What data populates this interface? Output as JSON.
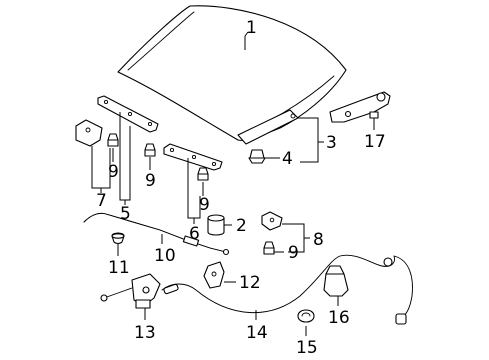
{
  "labels": {
    "p1": "1",
    "p2": "2",
    "p3": "3",
    "p4": "4",
    "p5": "5",
    "p6": "6",
    "p7": "7",
    "p8": "8",
    "p9a": "9",
    "p9b": "9",
    "p9c": "9",
    "p9d": "9",
    "p10": "10",
    "p11": "11",
    "p12": "12",
    "p13": "13",
    "p14": "14",
    "p15": "15",
    "p16": "16",
    "p17": "17"
  }
}
